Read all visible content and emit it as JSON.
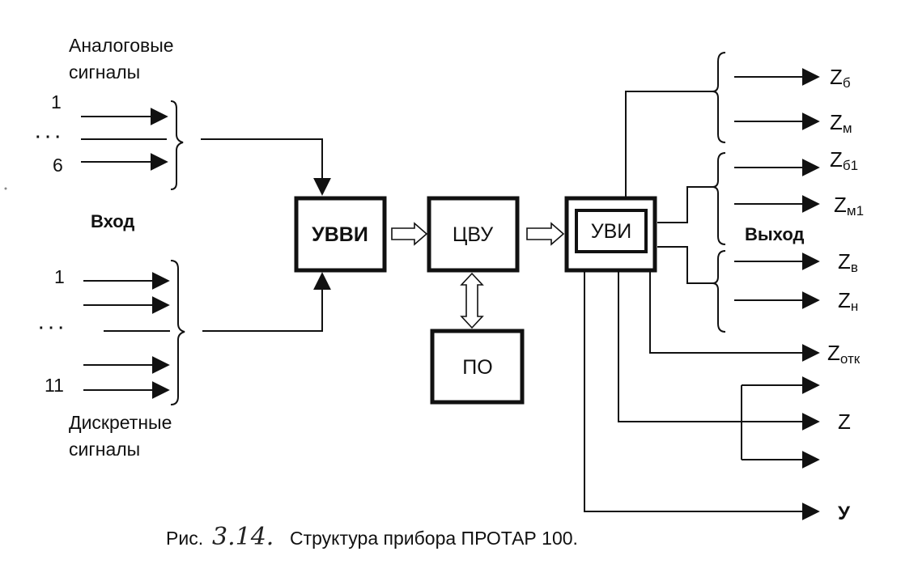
{
  "input": {
    "analog_header_line1": "Аналоговые",
    "analog_header_line2": "сигналы",
    "analog_first": "1",
    "analog_dots": "· · ·",
    "analog_last": "6",
    "group_label": "Вход",
    "discrete_first": "1",
    "discrete_dots": "· · ·",
    "discrete_last": "11",
    "discrete_footer_line1": "Дискретные",
    "discrete_footer_line2": "сигналы"
  },
  "blocks": {
    "uvvi": "УВВИ",
    "cvu": "ЦВУ",
    "po": "ПО",
    "uvi": "УВИ"
  },
  "output": {
    "group_label": "Выход",
    "z_b_main": "Z",
    "z_b_sub": "б",
    "z_m_main": "Z",
    "z_m_sub": "м",
    "z_b1_main": "Z",
    "z_b1_sub": "б1",
    "z_m1_main": "Z",
    "z_m1_sub": "м1",
    "z_v_main": "Z",
    "z_v_sub": "в",
    "z_n_main": "Z",
    "z_n_sub": "н",
    "z_otk_main": "Z",
    "z_otk_sub": "отк",
    "z": "Z",
    "u": "У"
  },
  "caption": {
    "prefix": "Рис.",
    "number": "3.14.",
    "text": "Структура прибора ПРОТАР 100."
  }
}
